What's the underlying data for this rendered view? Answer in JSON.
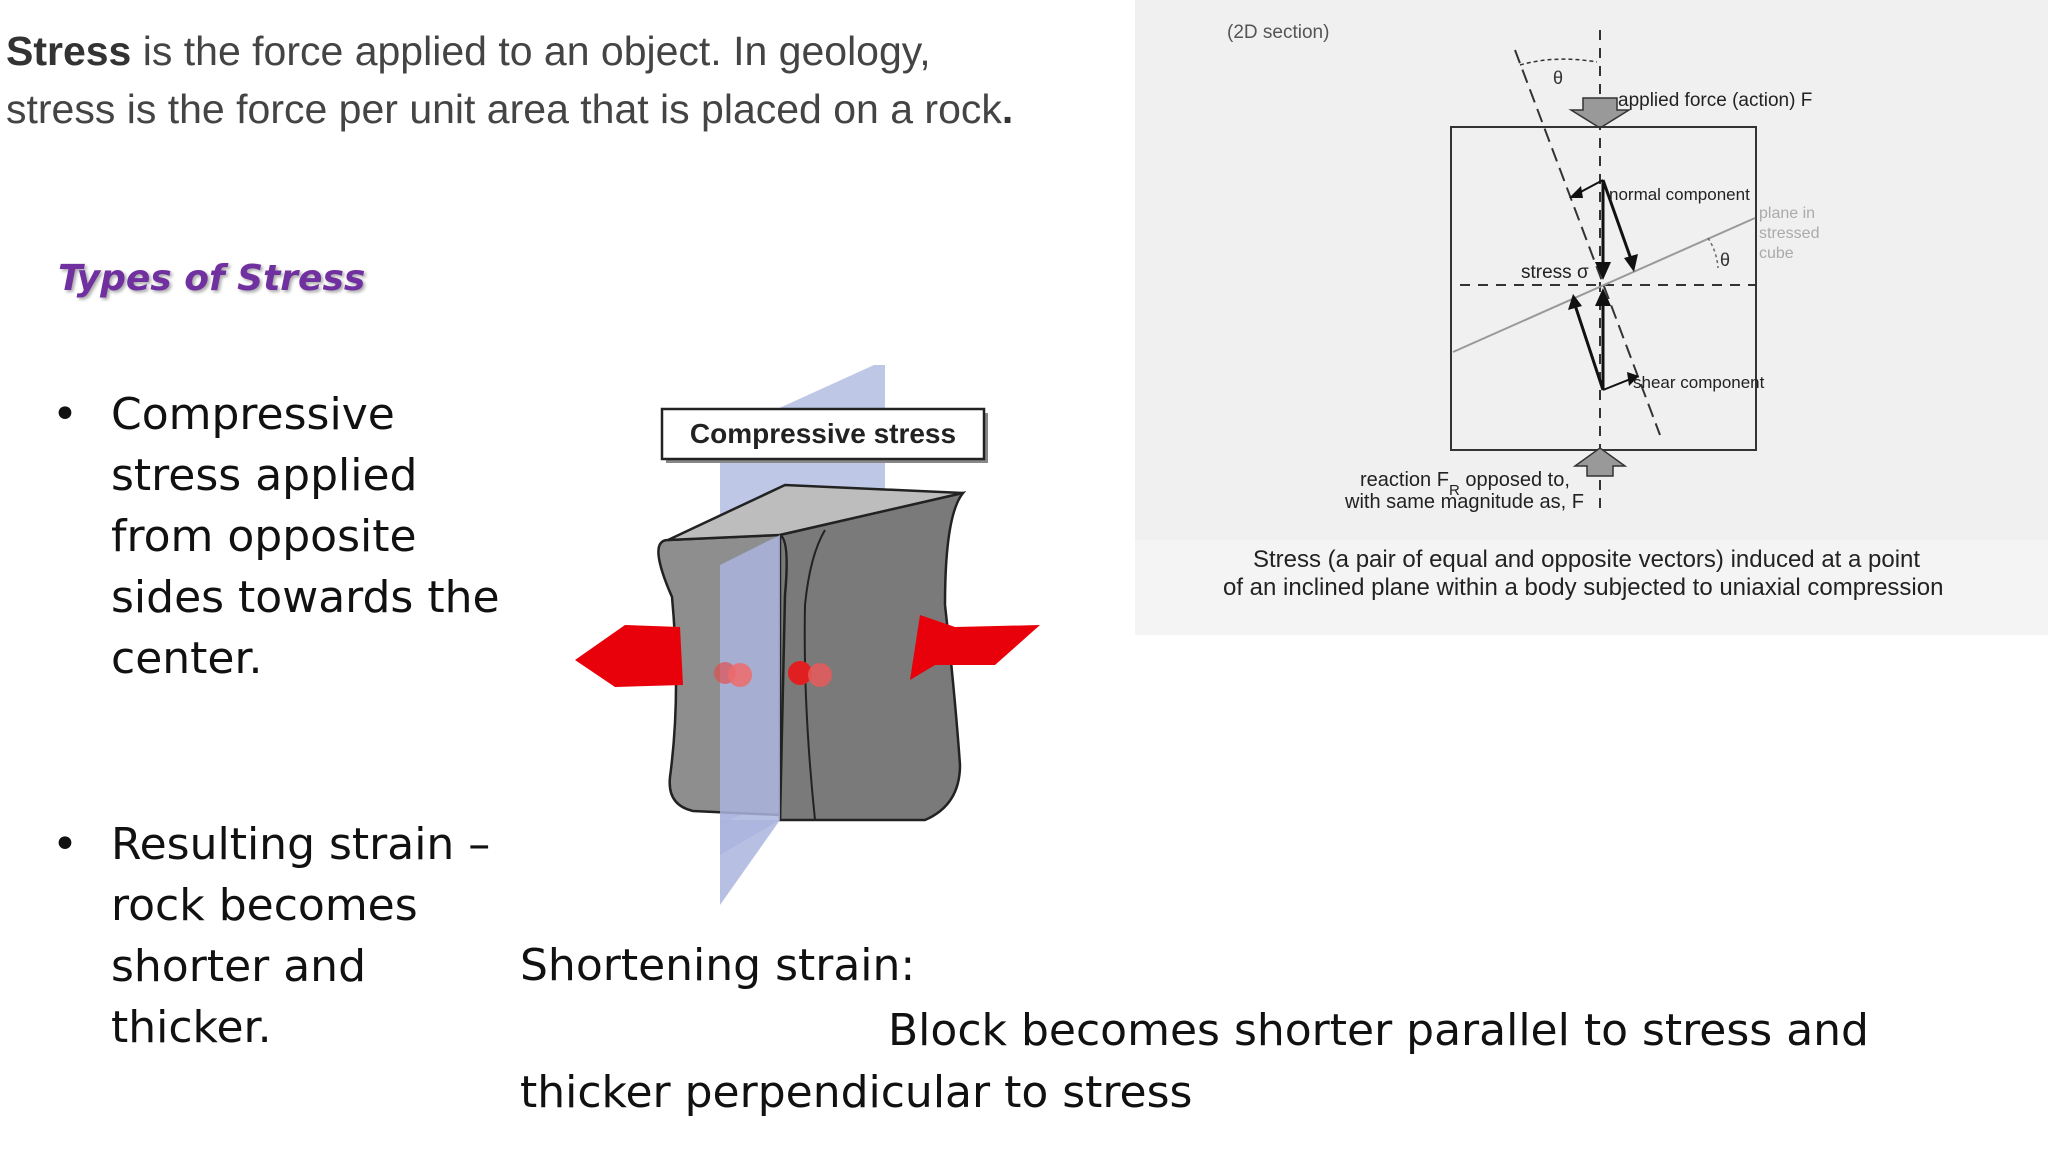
{
  "intro": {
    "bold": "Stress",
    "line1_rest": " is the force applied to an object. In geology,",
    "line2": "stress is the force per unit area that is placed on a rock",
    "line2_end": "."
  },
  "types_heading": "Types of Stress",
  "bullets": [
    {
      "marker": "•",
      "text": "Compressive stress applied from opposite sides towards the center."
    },
    {
      "marker": "•",
      "text": "Resulting strain – rock becomes shorter and thicker."
    }
  ],
  "block_figure": {
    "label": "Compressive stress",
    "arrow_color": "#e8000b"
  },
  "shortening": {
    "label": "Shortening strain:",
    "description": "Block becomes shorter parallel to stress and thicker perpendicular to stress"
  },
  "stress_diagram": {
    "section_label": "(2D section)",
    "theta": "θ",
    "applied_force": "applied force (action) F",
    "normal_component": "normal component",
    "plane_label": [
      "plane in",
      "stressed",
      "cube"
    ],
    "stress_label": "stress σ",
    "shear_component": "shear component",
    "reaction_line1_a": "reaction F",
    "reaction_sub": "R",
    "reaction_line1_b": " opposed to,",
    "reaction_line2": "with same magnitude as, F",
    "caption_line1": "Stress (a pair of equal and opposite vectors) induced at a point",
    "caption_line2": "of an inclined plane within a body subjected to uniaxial compression"
  }
}
